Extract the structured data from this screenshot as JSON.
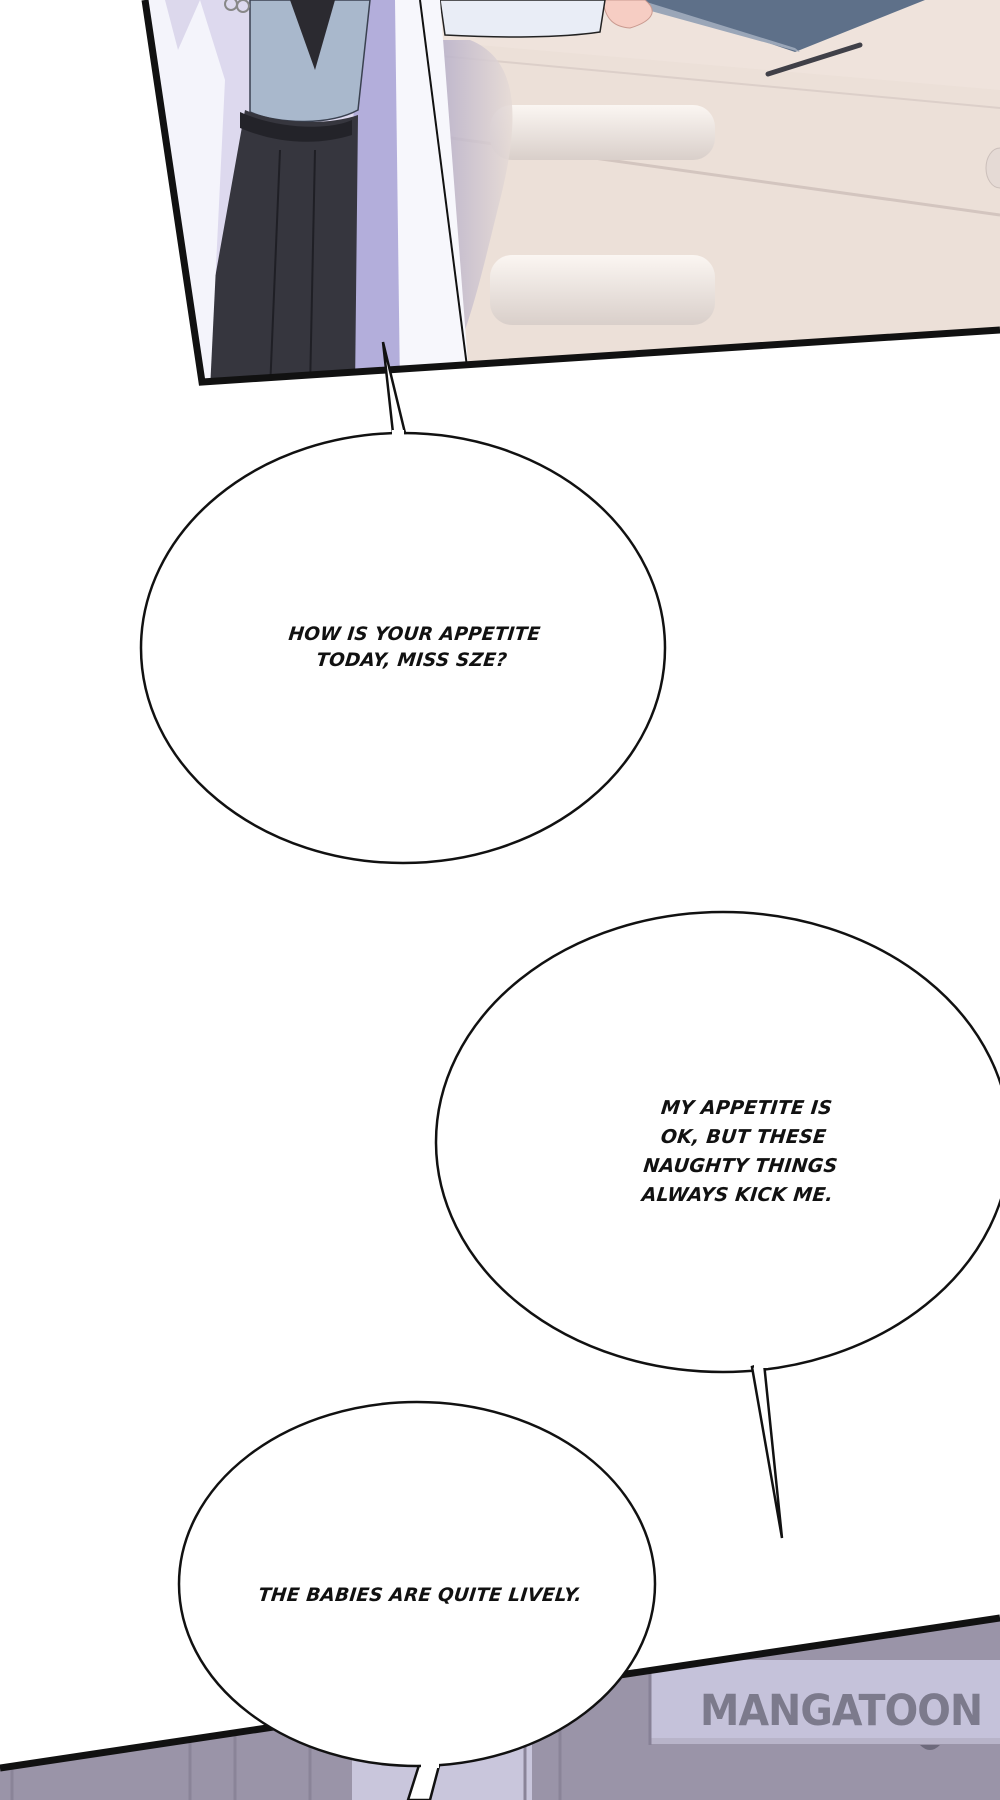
{
  "page": {
    "type": "manga-webtoon-page",
    "background_color": "#ffffff"
  },
  "panels": [
    {
      "id": "top-panel",
      "description": "Office scene: doctor in white coat, dark trousers, hand on a laptop on a beige cabinet with drawers and a pen",
      "colors": {
        "cabinet": "#ece0d8",
        "shadow": "#b9b3d0",
        "coat": "#f4f4fb",
        "trousers": "#35353d",
        "shirt": "#a9b8cc",
        "laptop": "#5a6b82",
        "border": "#111111"
      }
    },
    {
      "id": "bottom-panel",
      "description": "Purple-gray hallway wall with vertical panels and a sign",
      "colors": {
        "wall": "#9a94a8",
        "wall_light": "#c9c6dc",
        "border": "#111111"
      }
    }
  ],
  "speech_bubbles": [
    {
      "id": "bubble-1",
      "text": "HOW IS YOUR APPETITE\nTODAY, MISS SZE?"
    },
    {
      "id": "bubble-2",
      "text": "MY APPETITE IS\nOK, BUT THESE\nNAUGHTY THINGS\nALWAYS KICK ME."
    },
    {
      "id": "bubble-3",
      "text": "THE BABIES ARE QUITE LIVELY."
    }
  ],
  "watermark": {
    "text": "MANGATOON",
    "color": "#7c7a8c"
  }
}
